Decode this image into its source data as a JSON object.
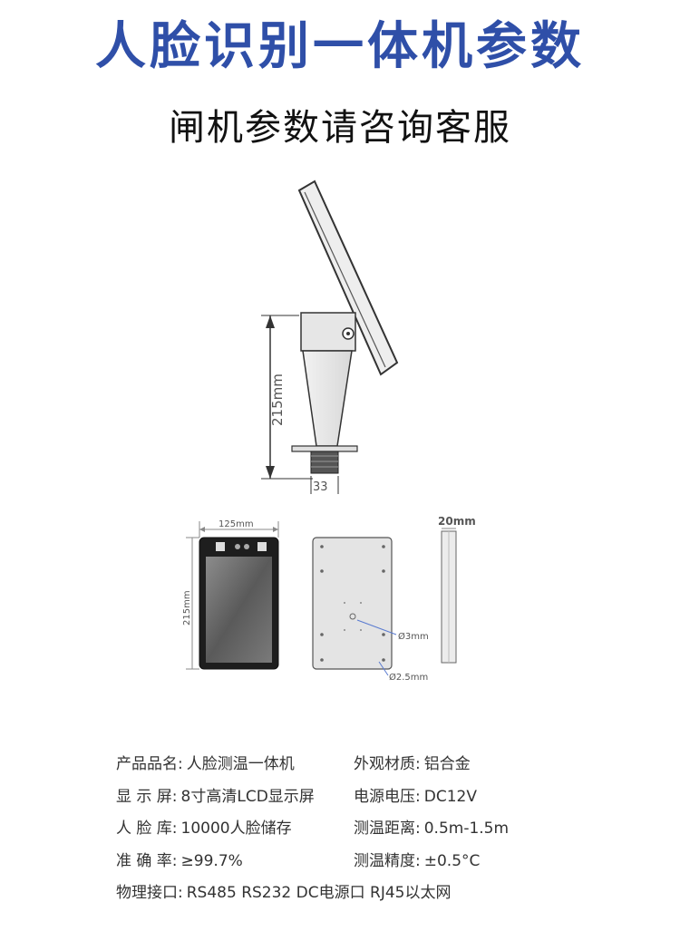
{
  "header": {
    "title": "人脸识别一体机参数",
    "subtitle": "闸机参数请咨询客服"
  },
  "dimensions": {
    "height": "215mm",
    "pipe": "33",
    "width": "125mm",
    "front_height": "215mm",
    "depth": "20mm",
    "hole_large": "Ø3mm",
    "hole_small": "Ø2.5mm"
  },
  "specs": [
    {
      "l1": "产品品名:",
      "v1": "人脸测温一体机",
      "l2": "外观材质:",
      "v2": "铝合金"
    },
    {
      "l1": "显 示 屏:",
      "v1": "8寸高清LCD显示屏",
      "l2": "电源电压:",
      "v2": "DC12V"
    },
    {
      "l1": "人 脸 库:",
      "v1": "10000人脸储存",
      "l2": "测温距离:",
      "v2": "0.5m-1.5m"
    },
    {
      "l1": "准 确 率:",
      "v1": "≥99.7%",
      "l2": "测温精度:",
      "v2": "±0.5°C"
    }
  ],
  "interfaces": {
    "label": "物理接口:",
    "value": "RS485  RS232  DC电源口  RJ45以太网"
  },
  "colors": {
    "title": "#2f4fa8",
    "device_body": "#dcdcdc",
    "screen": "#3a3a3a"
  }
}
